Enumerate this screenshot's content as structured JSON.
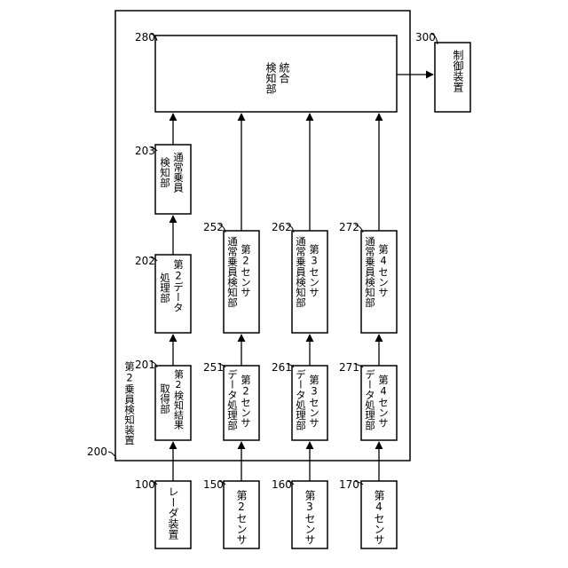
{
  "diagram": {
    "boxes": {
      "integrated": {
        "ref": "280",
        "lines": [
          "統合",
          "検知部"
        ]
      },
      "control": {
        "ref": "300",
        "lines": [
          "制御装置"
        ]
      },
      "normal_detect": {
        "ref": "203",
        "lines": [
          "通常乗員",
          "検知部"
        ]
      },
      "data2_proc": {
        "ref": "202",
        "lines": [
          "第2データ",
          "処理部"
        ]
      },
      "result_acq": {
        "ref": "201",
        "lines": [
          "第2検知結果",
          "取得部"
        ]
      },
      "s2_normal": {
        "ref": "252",
        "lines": [
          "第2センサ",
          "通常乗員検知部"
        ]
      },
      "s2_proc": {
        "ref": "251",
        "lines": [
          "第2センサ",
          "データ処理部"
        ]
      },
      "s3_normal": {
        "ref": "262",
        "lines": [
          "第3センサ",
          "通常乗員検知部"
        ]
      },
      "s3_proc": {
        "ref": "261",
        "lines": [
          "第3センサ",
          "データ処理部"
        ]
      },
      "s4_normal": {
        "ref": "272",
        "lines": [
          "第4センサ",
          "通常乗員検知部"
        ]
      },
      "s4_proc": {
        "ref": "271",
        "lines": [
          "第4センサ",
          "データ処理部"
        ]
      },
      "radar": {
        "ref": "100",
        "lines": [
          "レーダ装置"
        ]
      },
      "sensor2": {
        "ref": "150",
        "lines": [
          "第2センサ"
        ]
      },
      "sensor3": {
        "ref": "160",
        "lines": [
          "第3センサ"
        ]
      },
      "sensor4": {
        "ref": "170",
        "lines": [
          "第4センサ"
        ]
      }
    },
    "container": {
      "ref": "200",
      "title": "第2乗員検知装置"
    }
  }
}
